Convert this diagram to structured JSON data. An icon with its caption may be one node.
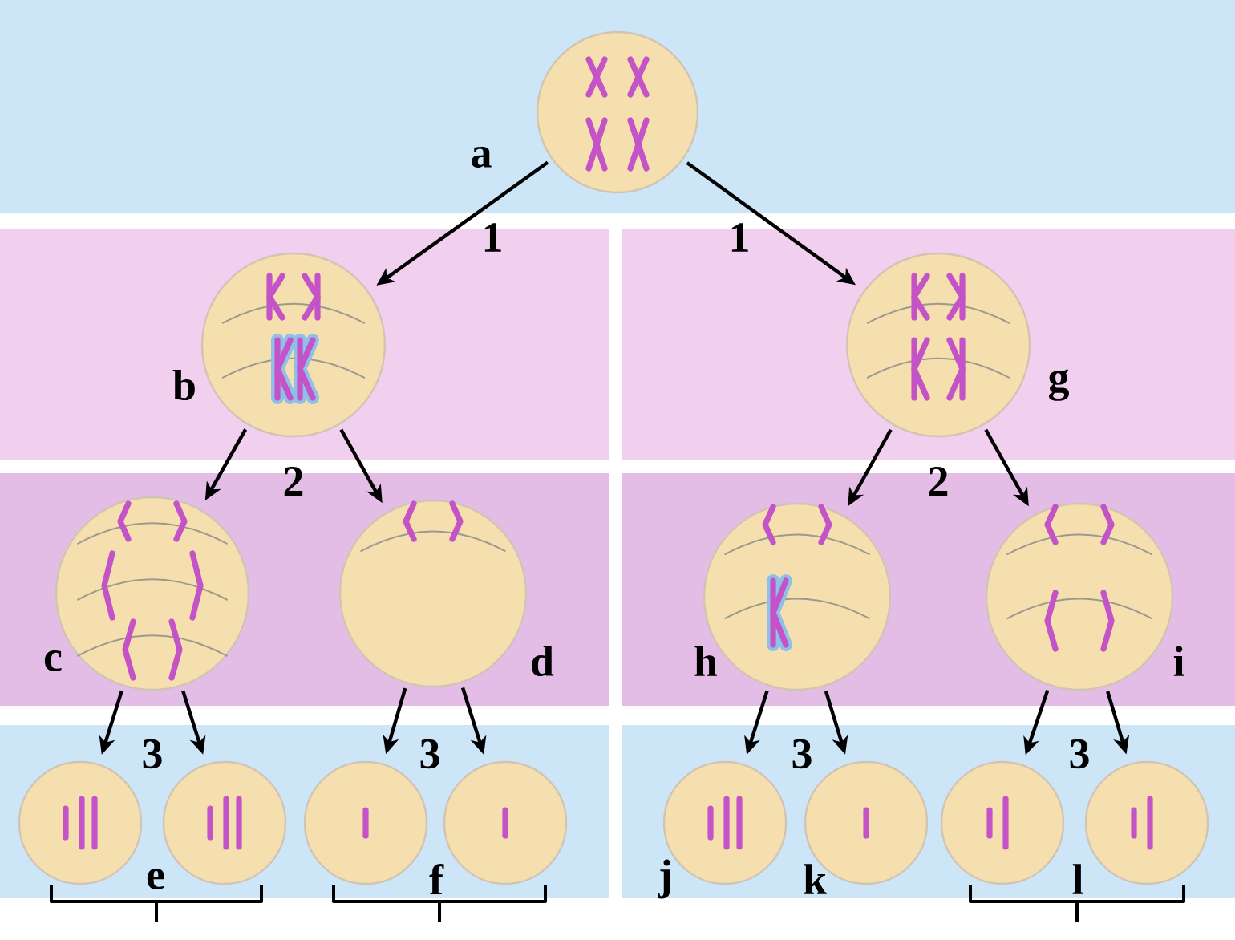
{
  "diagram": {
    "nodes": [
      {
        "text": [
          "a"
        ]
      },
      {
        "text": [
          "b"
        ]
      },
      {
        "text": [
          "g"
        ]
      },
      {
        "text": [
          "c"
        ]
      },
      {
        "text": [
          "d"
        ]
      },
      {
        "text": [
          "h"
        ]
      },
      {
        "text": [
          "i"
        ]
      },
      {
        "text": [],
        "shape": "circle"
      },
      {
        "text": [],
        "shape": "circle"
      },
      {
        "text": [],
        "shape": "circle"
      },
      {
        "text": [],
        "shape": "circle"
      },
      {
        "text": [
          "j"
        ]
      },
      {
        "text": [
          "k"
        ]
      },
      {
        "text": [],
        "shape": "circle"
      },
      {
        "text": [],
        "shape": "circle"
      }
    ],
    "edges": [
      {
        "from": 0,
        "to": 1,
        "arrow": "to",
        "label": "1"
      },
      {
        "from": 0,
        "to": 2,
        "arrow": "to",
        "label": "1"
      },
      {
        "from": 1,
        "to": 3,
        "arrow": "to",
        "label": "2"
      },
      {
        "from": 1,
        "to": 4,
        "arrow": "to"
      },
      {
        "from": 2,
        "to": 5,
        "arrow": "to",
        "label": "2"
      },
      {
        "from": 2,
        "to": 6,
        "arrow": "to"
      },
      {
        "from": 3,
        "to": 7,
        "arrow": "to",
        "label": "3"
      },
      {
        "from": 3,
        "to": 8,
        "arrow": "to"
      },
      {
        "from": 4,
        "to": 9,
        "arrow": "to",
        "label": "3"
      },
      {
        "from": 4,
        "to": 10,
        "arrow": "to"
      },
      {
        "from": 5,
        "to": 11,
        "arrow": "to",
        "label": "3"
      },
      {
        "from": 5,
        "to": 12,
        "arrow": "to"
      },
      {
        "from": 6,
        "to": 13,
        "arrow": "to",
        "label": "3"
      },
      {
        "from": 6,
        "to": 14,
        "arrow": "to"
      }
    ],
    "labels": [
      "e",
      "f",
      "l"
    ]
  }
}
